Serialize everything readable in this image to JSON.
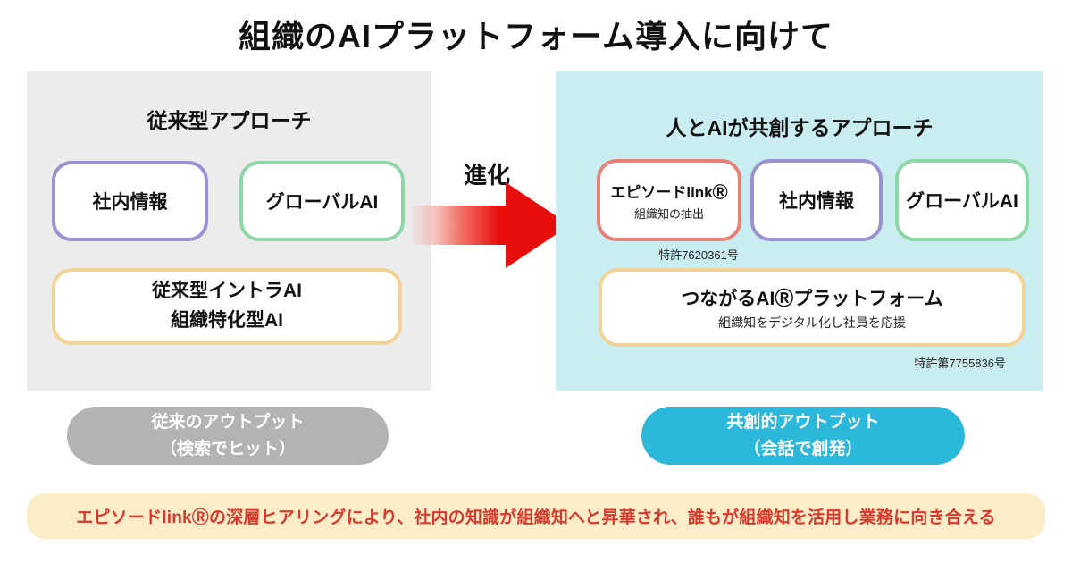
{
  "title": "組織のAIプラットフォーム導入に向けて",
  "left_panel": {
    "heading": "従来型アプローチ",
    "boxes": [
      {
        "label": "社内情報",
        "border": "#9a92cf"
      },
      {
        "label": "グローバルAI",
        "border": "#8ed7a7"
      },
      {
        "label": "従来型イントラAI\n組織特化型AI",
        "border": "#f3d395"
      }
    ],
    "pill": {
      "line1": "従来のアウトプット",
      "line2": "（検索でヒット）",
      "bg": "#b3b3b3"
    }
  },
  "arrow": {
    "label": "進化",
    "color": "#e60d0d"
  },
  "right_panel": {
    "heading": "人とAIが共創するアプローチ",
    "boxes": [
      {
        "title": "エピソードlinkⓇ",
        "subtitle": "組織知の抽出",
        "border": "#e88078",
        "patent": "特許7620361号"
      },
      {
        "label": "社内情報",
        "border": "#9a92cf"
      },
      {
        "label": "グローバルAI",
        "border": "#8ed7a7"
      }
    ],
    "platform_box": {
      "title": "つながるAIⓇプラットフォーム",
      "subtitle": "組織知をデジタル化し社員を応援",
      "border": "#f3d395",
      "patent": "特許第7755836号"
    },
    "pill": {
      "line1": "共創的アウトプット",
      "line2": "（会話で創発）",
      "bg": "#2bb8db"
    }
  },
  "banner": {
    "text": "エピソードlinkⓇの深層ヒアリングにより、社内の知識が組織知へと昇華され、誰もが組織知を活用し業務に向き合える",
    "bg": "#fcedc9",
    "text_color": "#d8392b"
  },
  "colors": {
    "panel_left_bg": "#ececec",
    "panel_right_bg": "#c9edf1",
    "accent_red": "#e60d0d"
  }
}
